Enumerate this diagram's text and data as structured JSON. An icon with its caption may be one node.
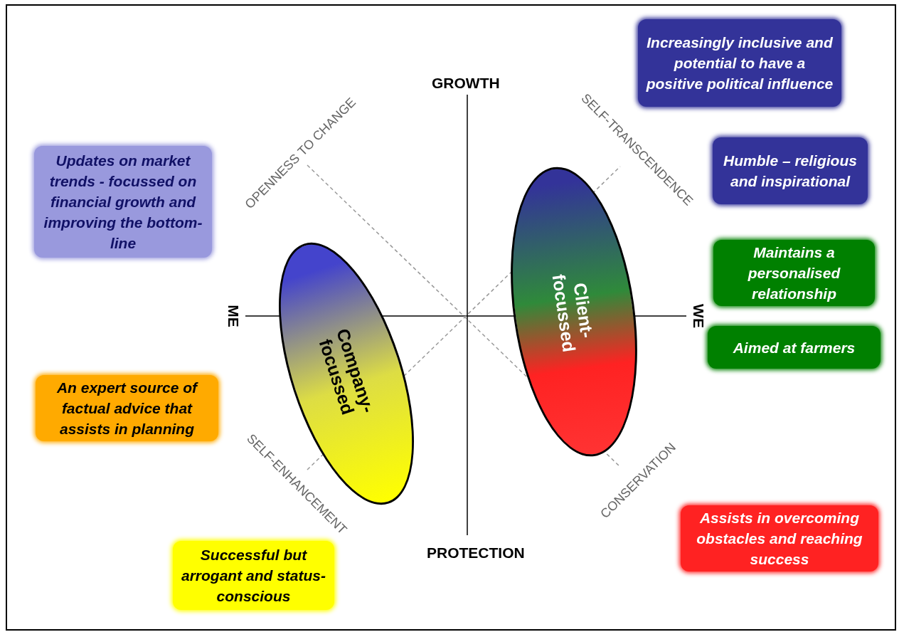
{
  "diagram": {
    "nodes": [
      {
        "text": [
          "Increasingly inclusive and potential to have a positive political influence"
        ]
      },
      {
        "text": [
          "Updates on market trends - focussed on financial growth and improving the bottom-line"
        ]
      },
      {
        "text": [
          "Humble – religious and inspirational"
        ]
      },
      {
        "text": [
          "Maintains a personalised relationship"
        ]
      },
      {
        "text": [
          "Aimed at farmers"
        ]
      },
      {
        "text": [
          "Client-focussed"
        ]
      },
      {
        "text": [
          "Company-focussed"
        ]
      },
      {
        "text": [
          "An expert source of factual advice that assists in planning"
        ]
      },
      {
        "text": [
          "Assists in overcoming obstacles and reaching success"
        ]
      },
      {
        "text": [
          "Successful but arrogant and status-conscious"
        ]
      }
    ],
    "labels": [
      "GROWTH",
      "OPENNESS TO CHANGE",
      "SELF-TRANSCENDENCE",
      "ME",
      "WE",
      "SELF-ENHANCEMENT",
      "CONSERVATION",
      "PROTECTION"
    ]
  }
}
